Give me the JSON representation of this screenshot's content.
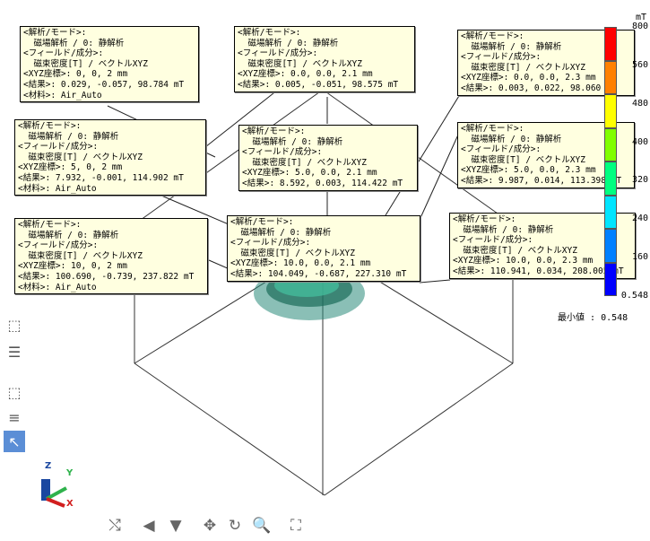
{
  "scale": {
    "unit": "mT",
    "ticks": [
      "800",
      "560",
      "480",
      "400",
      "320",
      "240",
      "160",
      "0.548"
    ],
    "min_label": "最小値 :",
    "min_value": "0.548",
    "colors": [
      "#ff0000",
      "#ff8000",
      "#ffff00",
      "#80ff00",
      "#00ff80",
      "#00e5ff",
      "#0080ff",
      "#0000ff"
    ]
  },
  "probes": [
    {
      "lines": [
        "<解析/モード>:",
        "  磁場解析 / 0: 静解析",
        "<フィールド/成分>:",
        "  磁束密度[T] / ベクトルXYZ",
        "<XYZ座標>: 0, 0, 2 mm",
        "<結果>: 0.029, -0.057, 98.784 mT",
        "<材料>: Air_Auto"
      ]
    },
    {
      "lines": [
        "<解析/モード>:",
        "  磁場解析 / 0: 静解析",
        "<フィールド/成分>:",
        "  磁束密度[T] / ベクトルXYZ",
        "<XYZ座標>: 0.0, 0.0, 2.1 mm",
        "<結果>: 0.005, -0.051, 98.575 mT"
      ]
    },
    {
      "lines": [
        "<解析/モード>:",
        "  磁場解析 / 0: 静解析",
        "<フィールド/成分>:",
        "  磁束密度[T] / ベクトルXYZ",
        "<XYZ座標>: 0.0, 0.0, 2.3 mm",
        "<結果>: 0.003, 0.022, 98.060 mT"
      ]
    },
    {
      "lines": [
        "<解析/モード>:",
        "  磁場解析 / 0: 静解析",
        "<フィールド/成分>:",
        "  磁束密度[T] / ベクトルXYZ",
        "<XYZ座標>: 5, 0, 2 mm",
        "<結果>: 7.932, -0.001, 114.902 mT",
        "<材料>: Air_Auto"
      ]
    },
    {
      "lines": [
        "<解析/モード>:",
        "  磁場解析 / 0: 静解析",
        "<フィールド/成分>:",
        "  磁束密度[T] / ベクトルXYZ",
        "<XYZ座標>: 5.0, 0.0, 2.1 mm",
        "<結果>: 8.592, 0.003, 114.422 mT"
      ]
    },
    {
      "lines": [
        "<解析/モード>:",
        "  磁場解析 / 0: 静解析",
        "<フィールド/成分>:",
        "  磁束密度[T] / ベクトルXYZ",
        "<XYZ座標>: 5.0, 0.0, 2.3 mm",
        "<結果>: 9.987, 0.014, 113.398 mT"
      ]
    },
    {
      "lines": [
        "<解析/モード>:",
        "  磁場解析 / 0: 静解析",
        "<フィールド/成分>:",
        "  磁束密度[T] / ベクトルXYZ",
        "<XYZ座標>: 10, 0, 2 mm",
        "<結果>: 100.690, -0.739, 237.822 mT",
        "<材料>: Air_Auto"
      ]
    },
    {
      "lines": [
        "<解析/モード>:",
        "  磁場解析 / 0: 静解析",
        "<フィールド/成分>:",
        "  磁束密度[T] / ベクトルXYZ",
        "<XYZ座標>: 10.0, 0.0, 2.1 mm",
        "<結果>: 104.049, -0.687, 227.310 mT"
      ]
    },
    {
      "lines": [
        "<解析/モード>:",
        "  磁場解析 / 0: 静解析",
        "<フィールド/成分>:",
        "  磁束密度[T] / ベクトルXYZ",
        "<XYZ座標>: 10.0, 0.0, 2.3 mm",
        "<結果>: 110.941, 0.034, 208.005 mT"
      ]
    }
  ],
  "axes": {
    "x": "X",
    "y": "Y",
    "z": "Z"
  },
  "tools": {
    "left": [
      "select-box-icon",
      "select-list-icon",
      "pick-box-icon",
      "pick-list-icon",
      "pointer-select-icon"
    ],
    "bottom": [
      "rotate-icon",
      "pan-left-icon",
      "pan-down-icon",
      "move-icon",
      "refresh-rotate-icon",
      "zoom-icon",
      "fit-view-icon"
    ]
  }
}
